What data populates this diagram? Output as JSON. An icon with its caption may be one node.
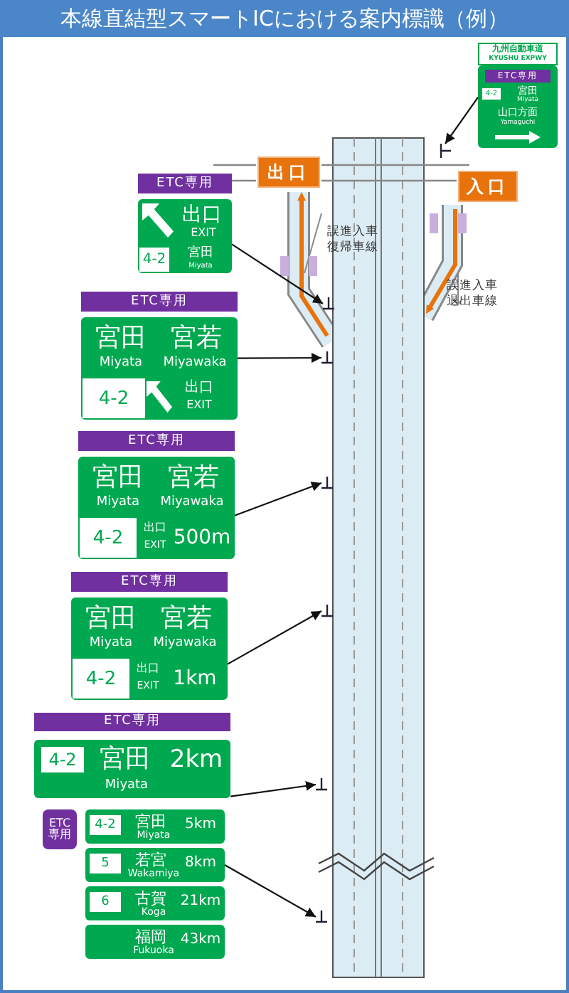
{
  "diagram": {
    "title": "本線直結型スマートICにおける案内標識（例）",
    "nodes": [
      {
        "text": [
          "九州自動車道",
          "KYUSHU EXPWY",
          "ETC専用",
          "4-2",
          "宮田",
          "Miyata",
          "山口方面",
          "Yamaguchi"
        ]
      },
      {
        "text": [],
        "shape": "bar"
      },
      {
        "text": [
          "出口"
        ]
      },
      {
        "text": [
          "入口"
        ]
      },
      {
        "text": [
          "ETC専用",
          "出口",
          "EXIT",
          "4-2",
          "宮田",
          "Miyata"
        ]
      },
      {
        "text": [],
        "shape": "bar"
      },
      {
        "text": [
          "ETC専用",
          "宮田",
          "宮若",
          "Miyata",
          "Miyawaka",
          "4-2",
          "出口",
          "EXIT"
        ]
      },
      {
        "text": [],
        "shape": "bar"
      },
      {
        "text": [
          "ETC専用",
          "宮田",
          "宮若",
          "Miyata",
          "Miyawaka",
          "4-2",
          "出口",
          "EXIT",
          "500m"
        ]
      },
      {
        "text": [],
        "shape": "bar"
      },
      {
        "text": [
          "ETC専用",
          "宮田",
          "宮若",
          "Miyata",
          "Miyawaka",
          "4-2",
          "出口",
          "EXIT",
          "1km"
        ]
      },
      {
        "text": [],
        "shape": "bar"
      },
      {
        "text": [
          "ETC専用",
          "4-2",
          "宮田",
          "2km",
          "Miyata"
        ]
      },
      {
        "text": [],
        "shape": "bar"
      },
      {
        "text": [
          "ETC専用"
        ]
      },
      {
        "text": [
          "4-2",
          "宮田",
          "Miyata",
          "5km"
        ]
      },
      {
        "text": [
          "5",
          "若宮",
          "Wakamiya",
          "8km"
        ]
      },
      {
        "text": [
          "6",
          "古賀",
          "Koga",
          "21km"
        ]
      },
      {
        "text": [
          "福岡",
          "Fukuoka",
          "43km"
        ]
      },
      {
        "text": [],
        "shape": "bar"
      }
    ],
    "edges": [
      {
        "from": 0,
        "to": 1,
        "arrow": "to"
      },
      {
        "from": 4,
        "to": 5,
        "arrow": "to"
      },
      {
        "from": 6,
        "to": 7,
        "arrow": "to"
      },
      {
        "from": 8,
        "to": 9,
        "arrow": "to"
      },
      {
        "from": 10,
        "to": 11,
        "arrow": "to"
      },
      {
        "from": 12,
        "to": 13,
        "arrow": "to"
      },
      {
        "from": 16,
        "to": 19,
        "arrow": "to"
      }
    ],
    "labels": [
      "誤進入車復帰車線",
      "誤進入車退出車線"
    ]
  }
}
